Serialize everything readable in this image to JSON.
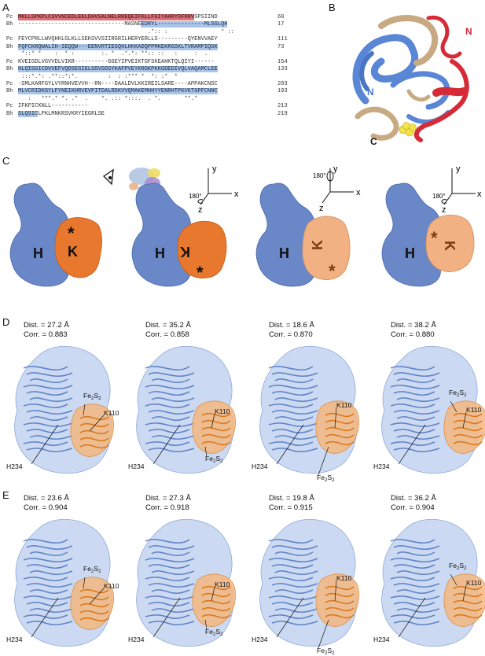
{
  "panels": {
    "a": "A",
    "b": "B",
    "c": "C",
    "d": "D",
    "e": "E"
  },
  "sequence_alignment": [
    {
      "org": "Pc",
      "seg": [
        {
          "t": "MKLLSPKPLCSVVNCEDLEKLDHVSALNELRREQEIFKLLFGIYAHRYDFRRV",
          "c": "red"
        },
        {
          "t": "SPSIIND",
          "c": ""
        }
      ],
      "num": "60"
    },
    {
      "org": "Bh",
      "seg": [
        {
          "t": "--------------------------------MASNE",
          "c": ""
        },
        {
          "t": "EDRYL------------",
          "c": "blue"
        },
        {
          "t": "--MLSGLQH",
          "c": "blue"
        }
      ],
      "num": "17"
    },
    {
      "org": "",
      "seg": [
        {
          "t": "                                       .*:: :                * ::",
          "c": "cons"
        }
      ],
      "num": ""
    },
    {
      "org": "Pc",
      "seg": [
        {
          "t": "FEYCPRLLWVQHKLGLKLLSEKSVVSIIRGRILHERYERLLS---------QYENVVAEY",
          "c": ""
        }
      ],
      "num": "111"
    },
    {
      "org": "Bh",
      "seg": [
        {
          "t": "FQFCKRQWALIH-IEQQW---EENVRTIEGQHLHKKADQPPMKEKRGSKLTVRAMPIQSK",
          "c": "blue"
        }
      ],
      "num": "73"
    },
    {
      "org": "",
      "seg": [
        {
          "t": " *::* *    :  * :        :. *  .*.*: **:: ::   :     :  .",
          "c": "cons"
        }
      ],
      "num": ""
    },
    {
      "org": "Pc",
      "seg": [
        {
          "t": "KVEIGDLVGVVDLVIKR----------GGEYIPVEIKTGFSKEAHKTQLQIYI------",
          "c": ""
        }
      ],
      "num": "154"
    },
    {
      "org": "Bh",
      "seg": [
        {
          "t": "NLQISGICDVVEFVQDSEGIELSGVSGSYKAFPVEYKRGKPKKGDEDIVQLVAQAMCLEE",
          "c": "blue"
        }
      ],
      "num": "133"
    },
    {
      "org": "",
      "seg": [
        {
          "t": " :::*.*: .**::*:*.         :  : :*** *  *: :*  *",
          "c": "cons"
        }
      ],
      "num": ""
    },
    {
      "org": "Pc",
      "seg": [
        {
          "t": "-SMLKARFGYLVYRNHVEVVH--RN----DAALDVLKKIREILSARE----APPAKCNSC",
          "c": ""
        }
      ],
      "num": "203"
    },
    {
      "org": "Bh",
      "seg": [
        {
          "t": "MLVCRIDKGYLFYNEIKHRVEVPITDALRDKVVQMAKEMHHYYENRHTPKVKTGPFCNNC",
          "c": "blue"
        }
      ],
      "num": "193"
    },
    {
      "org": "",
      "seg": [
        {
          "t": "   :   ***.* *. .*  .    *. .:: *:::.  . *.       **.*",
          "c": "cons"
        }
      ],
      "num": ""
    },
    {
      "org": "Pc",
      "seg": [
        {
          "t": "IFKPICKNLL-----------",
          "c": ""
        }
      ],
      "num": "213"
    },
    {
      "org": "Bh",
      "seg": [
        {
          "t": "SLQSIC",
          "c": "blue"
        },
        {
          "t": "LPKLMNKRSVKRYIEGRLSE",
          "c": ""
        }
      ],
      "num": "219"
    }
  ],
  "structure_b": {
    "n_red": "N",
    "n_blue": "N",
    "c_term": "C"
  },
  "schematic_c": {
    "h_label": "H",
    "k_label": "K",
    "axis_y": "y",
    "axis_x": "x",
    "axis_z": "z",
    "rot": "180°",
    "colors": {
      "blue": "#6a87c8",
      "orange_dark": "#e8782d",
      "orange_light": "#f2b183"
    }
  },
  "row_d": [
    {
      "dist": "Dist. = 27.2 Å",
      "corr": "Corr. = 0.883"
    },
    {
      "dist": "Dist. = 35.2 Å",
      "corr": "Corr. = 0.858"
    },
    {
      "dist": "Dist. = 18.6 Å",
      "corr": "Corr. = 0.870"
    },
    {
      "dist": "Dist. = 38.2 Å",
      "corr": "Corr. = 0.880"
    }
  ],
  "row_e": [
    {
      "dist": "Dist. = 23.6 Å",
      "corr": "Corr. = 0.904"
    },
    {
      "dist": "Dist. = 27.3 Å",
      "corr": "Corr. = 0.918"
    },
    {
      "dist": "Dist. = 19.8 Å",
      "corr": "Corr. = 0.915"
    },
    {
      "dist": "Dist. = 36.2 Å",
      "corr": "Corr. = 0.904"
    }
  ],
  "labels": {
    "fe": "Fe",
    "s": "S",
    "sub": "2",
    "k110": "K110",
    "h234": "H234"
  }
}
